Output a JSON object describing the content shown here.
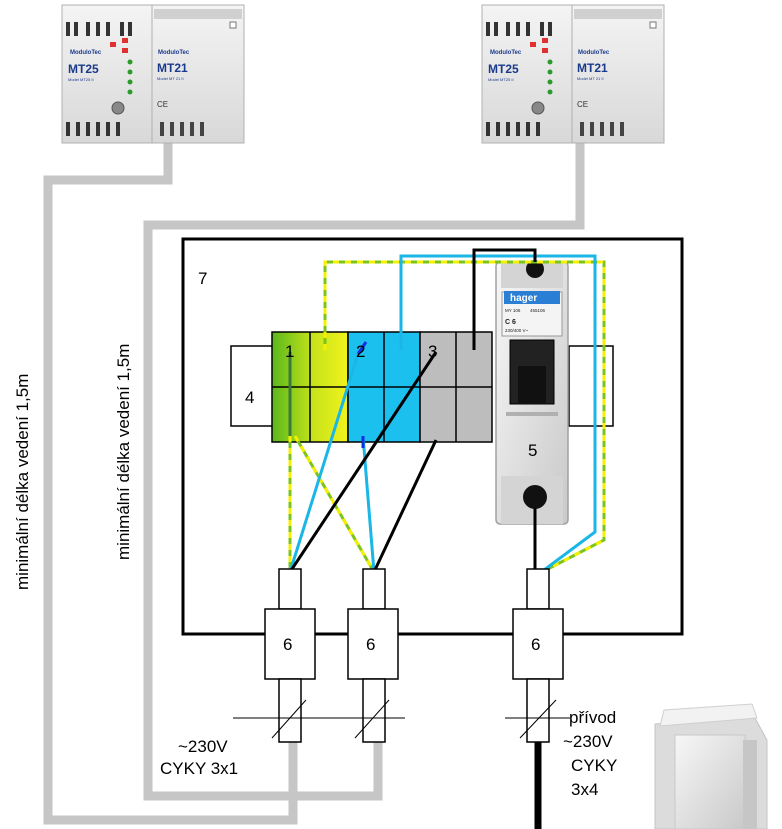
{
  "device_left": {
    "module1_model": "MT25",
    "module1_sub": "Model MT25 II",
    "module1_brand": "ModuloTec",
    "module2_model": "MT21",
    "module2_sub": "Model MT 21 II",
    "module2_brand": "ModuloTec",
    "ce_mark": "CE"
  },
  "device_right": {
    "module1_model": "MT25",
    "module1_sub": "Model MT25 II",
    "module1_brand": "ModuloTec",
    "module2_model": "MT21",
    "module2_sub": "Model MT 21 II",
    "module2_brand": "ModuloTec",
    "ce_mark": "CE"
  },
  "cable_labels": {
    "left_min_length": "minimální délka vedení 1,5m",
    "right_min_length": "minimální délka vedení 1,5m"
  },
  "part_numbers": {
    "box": "7",
    "terminal_block": "4",
    "breaker": "5",
    "gland_left": "6",
    "gland_middle": "6",
    "gland_right": "6",
    "terminal_1": "1",
    "terminal_2": "2",
    "terminal_3": "3"
  },
  "breaker": {
    "brand": "hager",
    "model": "MY 106",
    "code": "455106",
    "rating": "C 6",
    "voltage": "230/400 V~"
  },
  "supply_labels": {
    "left_voltage": "~230V",
    "left_cable": "CYKY 3x1",
    "right_title": "přívod",
    "right_voltage": "~230V",
    "right_cable_1": "CYKY",
    "right_cable_2": "3x4"
  },
  "colors": {
    "cable_gray": "#c6c6c6",
    "wire_blue": "#1ab6e6",
    "wire_green": "#7cc41c",
    "wire_yellow": "#f4f000",
    "terminal_gray": "#bdbdbd",
    "terminal_cyan": "#1cc0ee",
    "wire_black": "#000000"
  }
}
